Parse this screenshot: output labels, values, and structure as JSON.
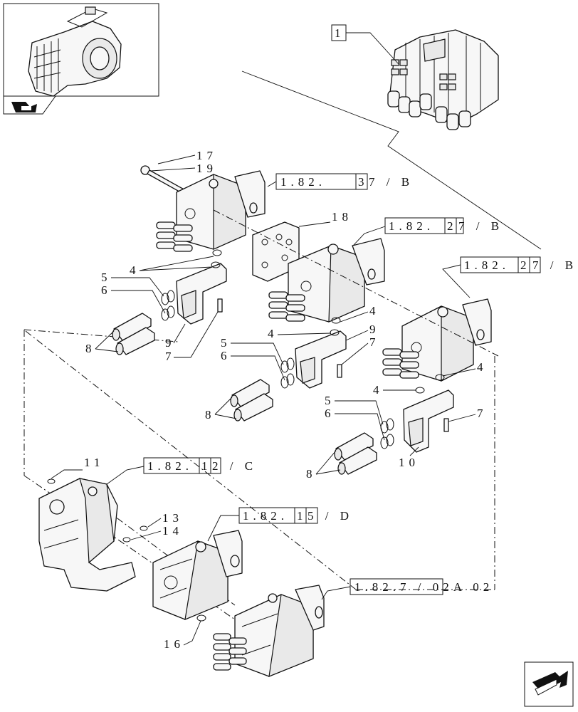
{
  "callouts": {
    "n1": "1",
    "n4a": "4",
    "n4b": "4",
    "n4c": "4",
    "n4d": "4",
    "n4e": "4",
    "n5a": "5",
    "n5b": "5",
    "n5c": "5",
    "n6a": "6",
    "n6b": "6",
    "n6c": "6",
    "n7a": "7",
    "n7b": "7",
    "n7c": "7",
    "n8a": "8",
    "n8b": "8",
    "n8c": "8",
    "n9a": "9",
    "n9b": "9",
    "n10": "10",
    "n11": "11",
    "n13": "13",
    "n14": "14",
    "n16": "16",
    "n17": "17",
    "n18": "18",
    "n19": "19"
  },
  "references": {
    "r1a": "1.82.",
    "r1b": "3",
    "r1c": "7 / B",
    "r2a": "1.82.",
    "r2b": "2",
    "r2c": "7 / B",
    "r3a": "1.82.",
    "r3b": "2",
    "r3c": "7 / B",
    "r4a": "1.82.",
    "r4b": "1",
    "r4c": "2 / C",
    "r5a": "1.82.",
    "r5b": "1",
    "r5c": "5 / D",
    "r6": "1.82.7 / 02A 02"
  },
  "icons": {
    "thumbnail": "tractor-transmission-thumbnail",
    "thumbnail_badge": "page-reference-icon",
    "nav": "next-page-arrow-icon"
  }
}
